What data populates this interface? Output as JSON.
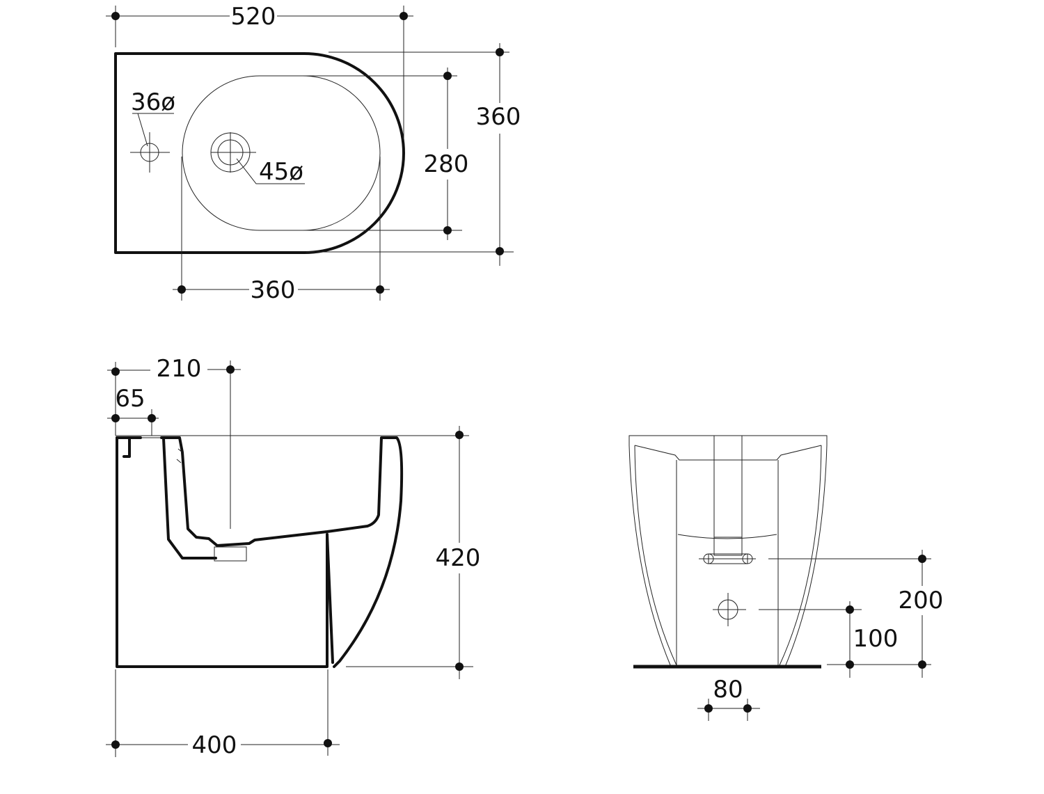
{
  "drawing": {
    "top_view": {
      "overall_width": "520",
      "overall_depth": "360",
      "bowl_width": "360",
      "bowl_depth": "280",
      "tap_hole": "36ø",
      "drain_hole": "45ø"
    },
    "side_view": {
      "drain_offset": "210",
      "tap_offset": "65",
      "height": "420",
      "depth": "400"
    },
    "rear_view": {
      "inlet_height": "200",
      "outlet_height": "100",
      "fixing_spacing": "80"
    }
  }
}
